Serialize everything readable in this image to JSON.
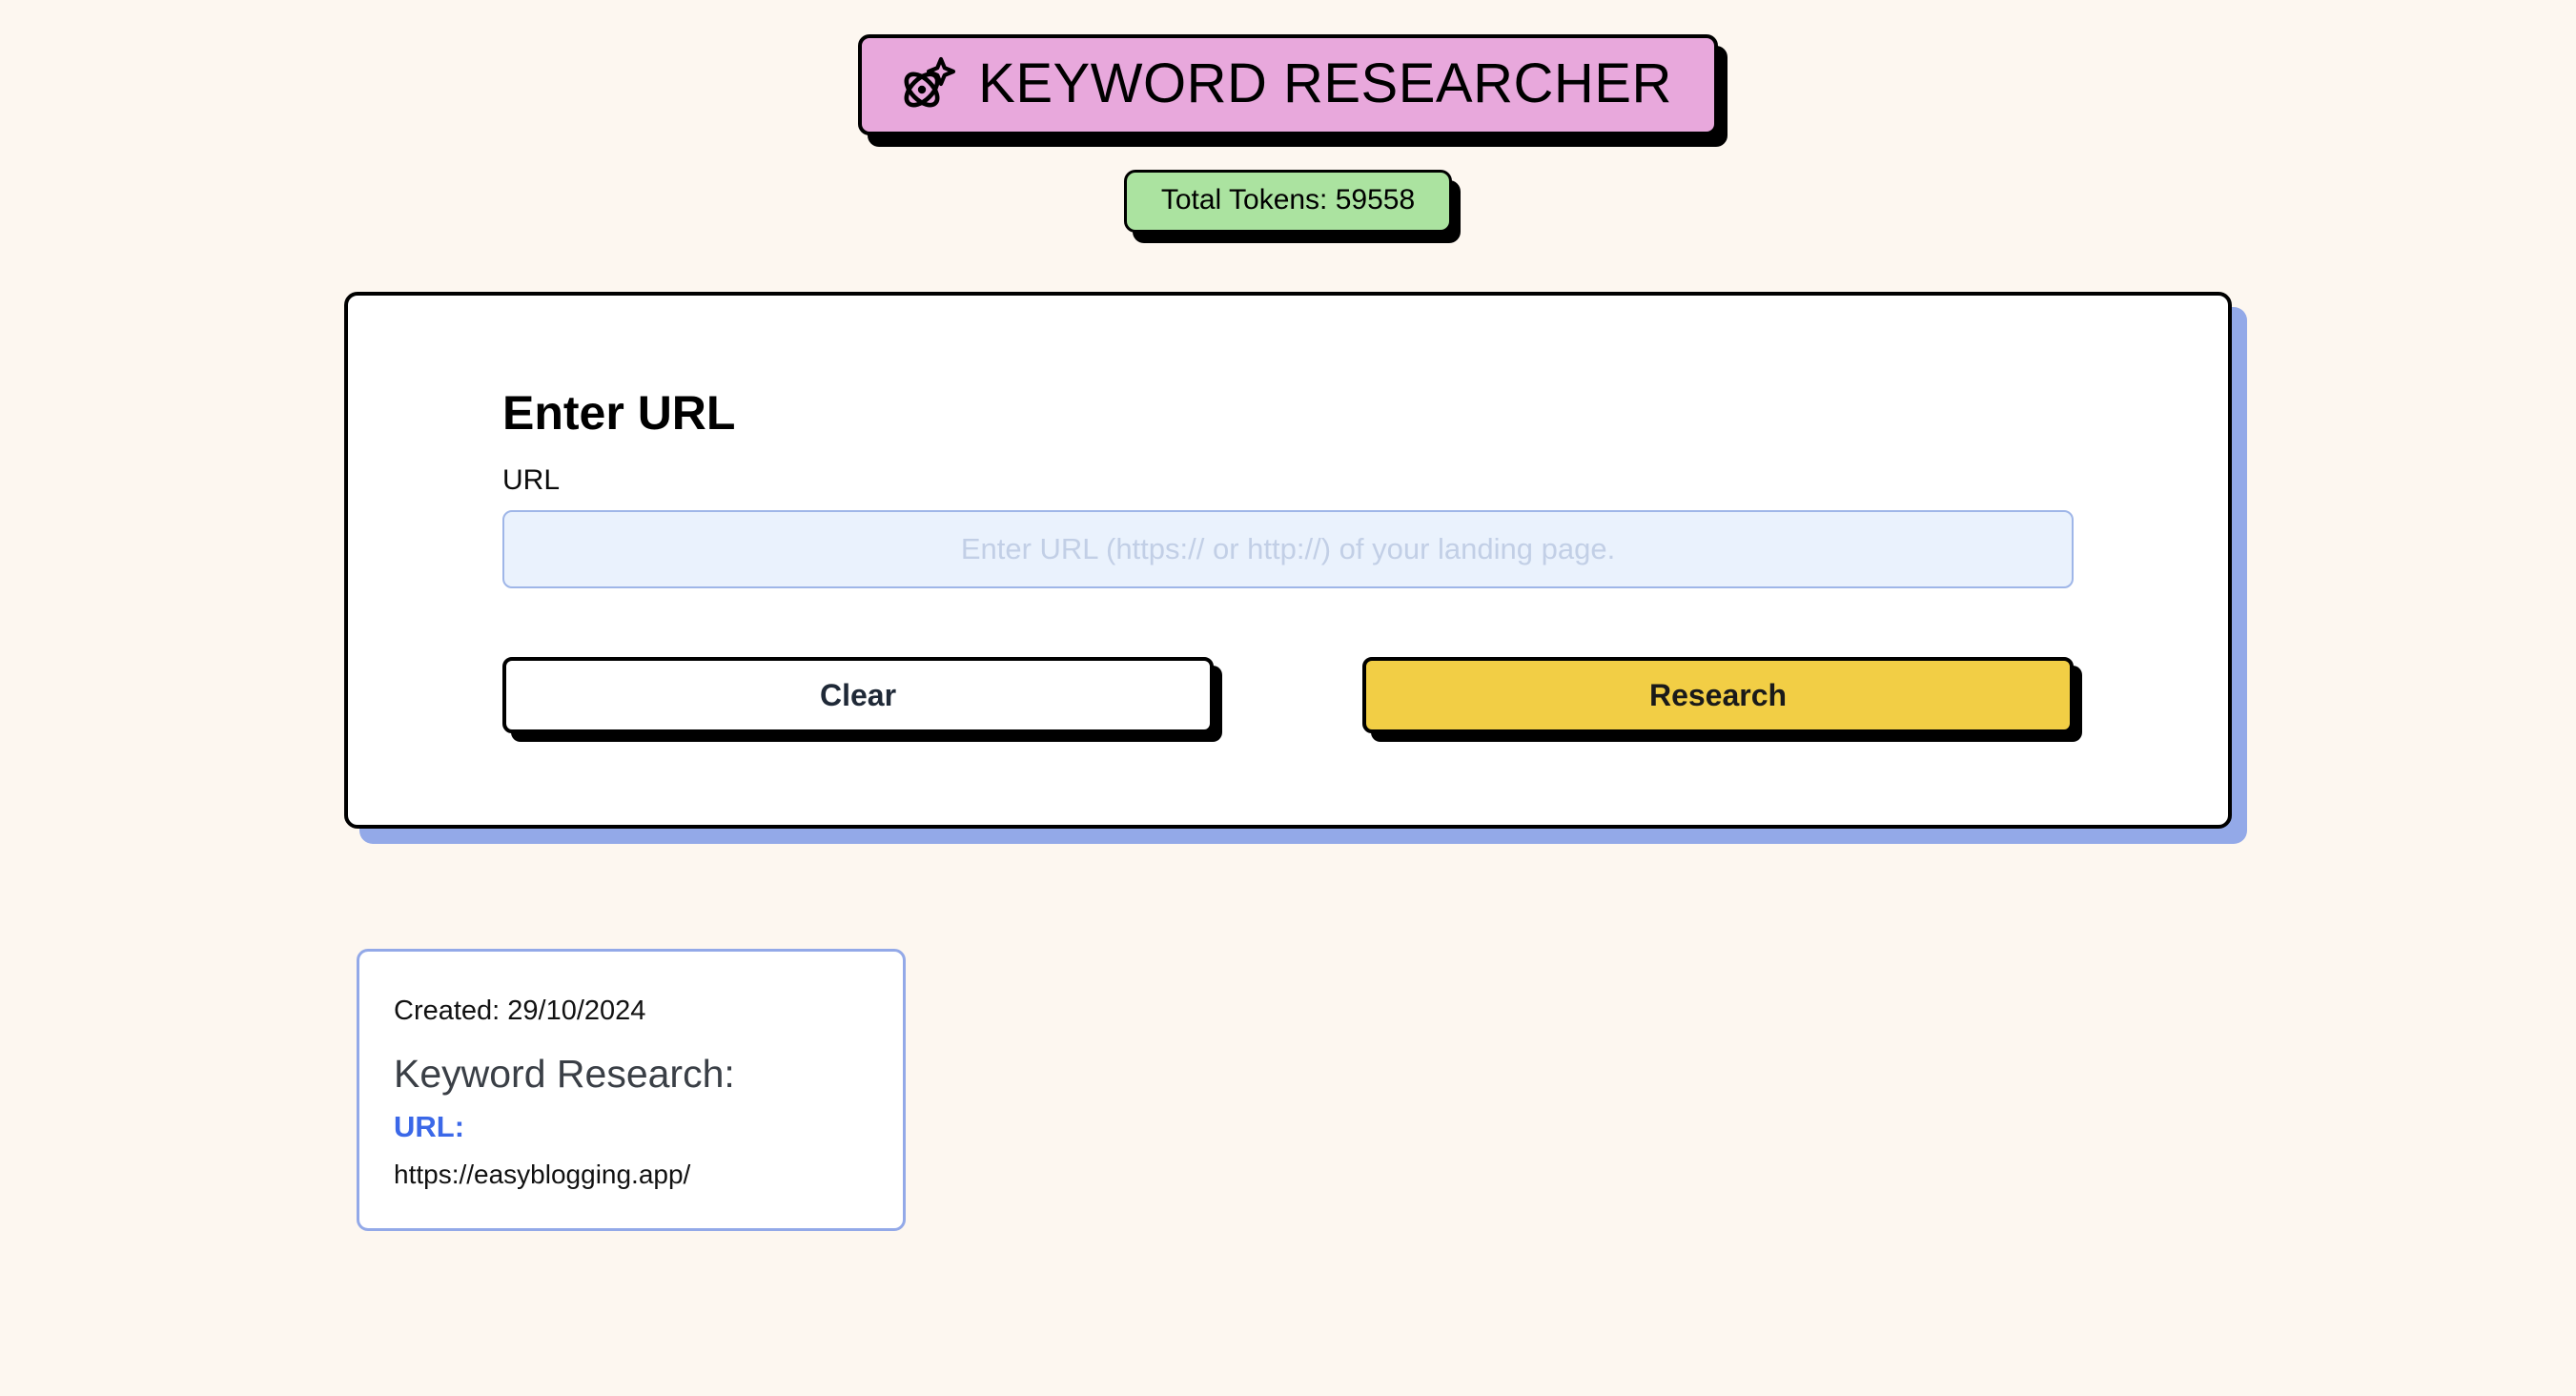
{
  "app": {
    "background_color": "#FDF7F0",
    "title": "KEYWORD RESEARCHER",
    "title_icon": "atom-sparkle-icon",
    "title_badge_color": "#E8A8DC",
    "tokens_label": "Total Tokens: 59558",
    "tokens_badge_color": "#ABE3A0"
  },
  "form": {
    "heading": "Enter URL",
    "url_field_label": "URL",
    "url_input_value": "",
    "url_input_placeholder": "Enter URL (https:// or http://) of your landing page.",
    "clear_label": "Clear",
    "research_label": "Research",
    "research_color": "#F2CE45",
    "card_shadow_color": "#93A9E8"
  },
  "results": [
    {
      "created": "Created: 29/10/2024",
      "title": "Keyword Research:",
      "url_label": "URL:",
      "url_value": "https://easyblogging.app/",
      "url_label_color": "#3B68E8",
      "border_color": "#93A9E8"
    }
  ]
}
